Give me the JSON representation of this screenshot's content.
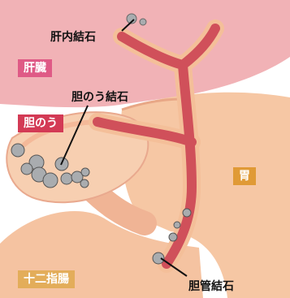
{
  "labels": {
    "liver": "肝臓",
    "gallbladder": "胆のう",
    "stomach": "胃",
    "duodenum": "十二指腸",
    "liver_stones": "肝内結石",
    "gallbladder_stones": "胆のう結石",
    "bile_duct_stones": "胆管結石"
  },
  "colors": {
    "liver": "#f1b2b6",
    "gallbladder_tag": "#d33a55",
    "liver_tag": "#df5a86",
    "stomach_tag": "#e09a36",
    "duodenum_tag": "#e3ad5a",
    "bile_duct": "#d0505a",
    "organ_light": "#f7c9a6",
    "stone": "#a9acaf"
  }
}
